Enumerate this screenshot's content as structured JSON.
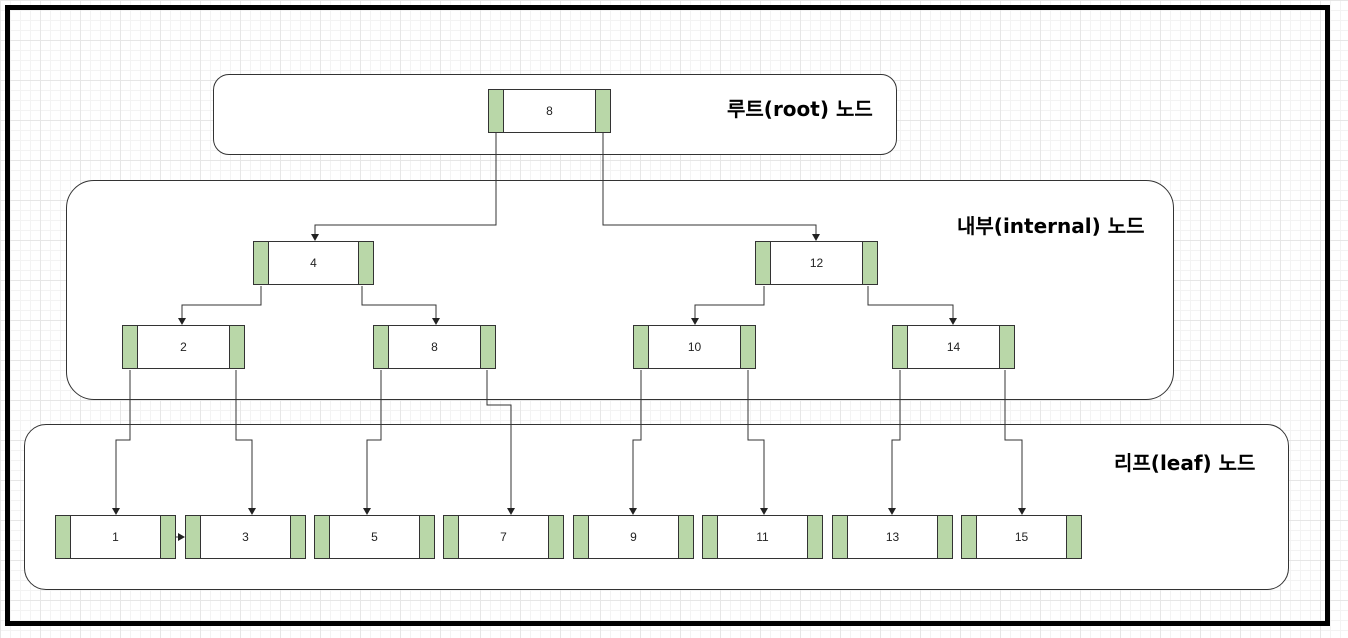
{
  "groups": {
    "root": {
      "title": "루트(root) 노드"
    },
    "internal": {
      "title": "내부(internal) 노드"
    },
    "leaf": {
      "title": "리프(leaf) 노드"
    }
  },
  "nodes": {
    "root": "8",
    "internal_l1": [
      "4",
      "12"
    ],
    "internal_l2": [
      "2",
      "8",
      "10",
      "14"
    ],
    "leaves": [
      "1",
      "3",
      "5",
      "7",
      "9",
      "11",
      "13",
      "15"
    ]
  },
  "colors": {
    "pointer_cell": "#b9d7a8",
    "border": "#333333",
    "frame": "#000000"
  }
}
